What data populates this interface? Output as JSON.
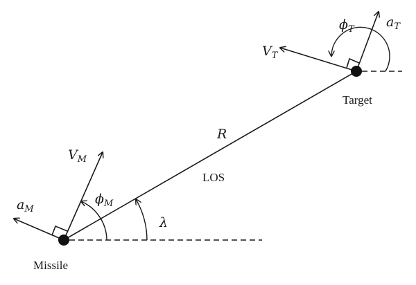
{
  "labels": {
    "missile": "Missile",
    "target": "Target",
    "range": "R",
    "los": "LOS",
    "lambda": "λ",
    "phi_m_base": "ϕ",
    "phi_m_sub": "M",
    "v_m_base": "V",
    "v_m_sub": "M",
    "a_m_base": "a",
    "a_m_sub": "M",
    "phi_t_base": "ϕ",
    "phi_t_sub": "T",
    "v_t_base": "V",
    "v_t_sub": "T",
    "a_t_base": "a",
    "a_t_sub": "T"
  },
  "colors": {
    "ink": "#1a1a1a",
    "background": "#ffffff"
  }
}
